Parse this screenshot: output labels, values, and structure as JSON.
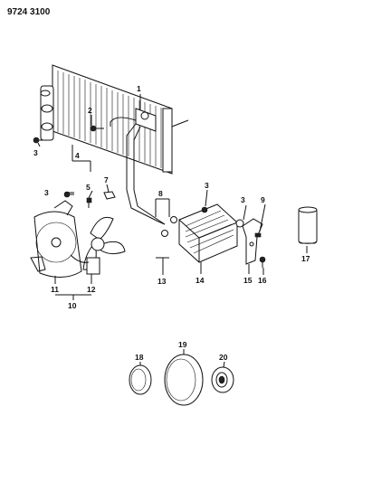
{
  "header": {
    "code": "9724 3100"
  },
  "callouts": [
    {
      "id": "c1",
      "text": "1"
    },
    {
      "id": "c2",
      "text": "2"
    },
    {
      "id": "c3a",
      "text": "3"
    },
    {
      "id": "c3b",
      "text": "3"
    },
    {
      "id": "c3c",
      "text": "3"
    },
    {
      "id": "c3d",
      "text": "3"
    },
    {
      "id": "c4",
      "text": "4"
    },
    {
      "id": "c5",
      "text": "5"
    },
    {
      "id": "c7",
      "text": "7"
    },
    {
      "id": "c8",
      "text": "8"
    },
    {
      "id": "c9",
      "text": "9"
    },
    {
      "id": "c10",
      "text": "10"
    },
    {
      "id": "c11",
      "text": "11"
    },
    {
      "id": "c12",
      "text": "12"
    },
    {
      "id": "c13",
      "text": "13"
    },
    {
      "id": "c14",
      "text": "14"
    },
    {
      "id": "c15",
      "text": "15"
    },
    {
      "id": "c16",
      "text": "16"
    },
    {
      "id": "c17",
      "text": "17"
    },
    {
      "id": "c18",
      "text": "18"
    },
    {
      "id": "c19",
      "text": "19"
    },
    {
      "id": "c20",
      "text": "20"
    }
  ]
}
